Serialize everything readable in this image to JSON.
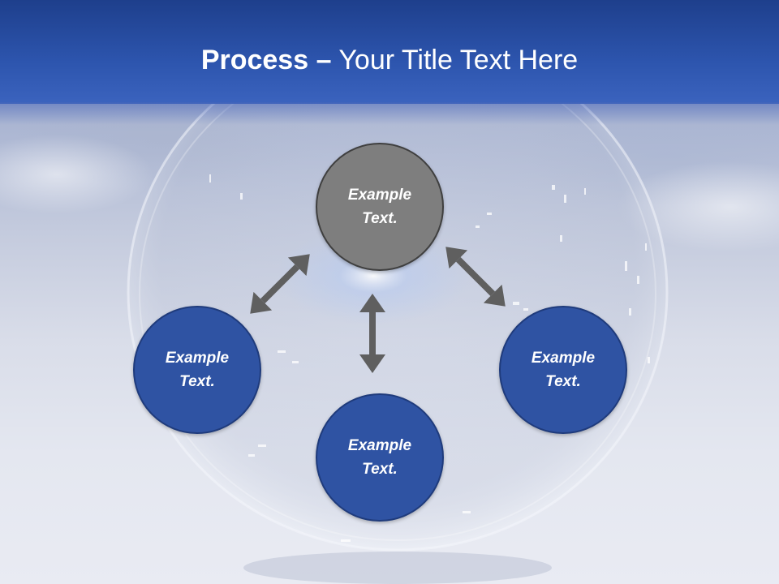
{
  "title": {
    "bold": "Process",
    "dash": "–",
    "rest": "Your Title Text Here"
  },
  "nodes": [
    {
      "id": "top",
      "line1": "Example",
      "line2": "Text.",
      "fill": "#7e7e7e"
    },
    {
      "id": "left",
      "line1": "Example",
      "line2": "Text.",
      "fill": "#2f53a3"
    },
    {
      "id": "bottom",
      "line1": "Example",
      "line2": "Text.",
      "fill": "#2f53a3"
    },
    {
      "id": "right",
      "line1": "Example",
      "line2": "Text.",
      "fill": "#2f53a3"
    }
  ],
  "colors": {
    "header": "#2d55ae",
    "arrow": "#5f5f5f",
    "node_blue": "#2f53a3",
    "node_gray": "#7e7e7e"
  }
}
